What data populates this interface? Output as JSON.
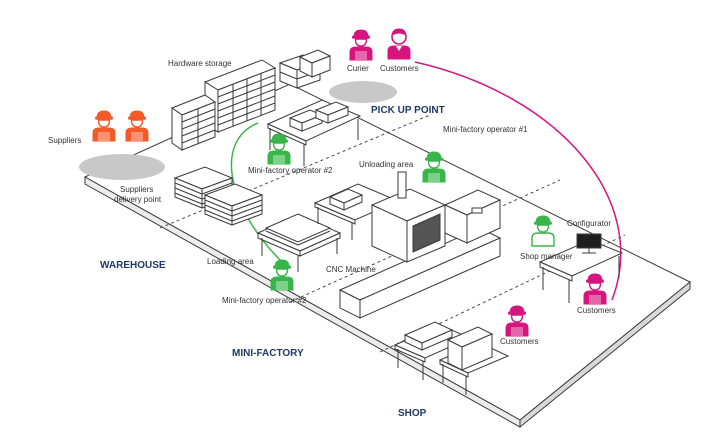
{
  "colors": {
    "supplier": "#f15a29",
    "operator": "#39b54a",
    "customer": "#d6157f",
    "zone_text": "#1f3a64",
    "ellipse": "#c8c8c8"
  },
  "zones": {
    "pickup": "PICK UP POINT",
    "warehouse": "WAREHOUSE",
    "minifactory": "MINI-FACTORY",
    "shop": "SHOP"
  },
  "labels": {
    "hardware_storage": "Hardware storage",
    "suppliers": "Suppliers",
    "suppliers_delivery": [
      "Suppliers",
      "delivery point"
    ],
    "curier": "Curier",
    "customers_top": "Customers",
    "operator1": "Mini-factory operator #1",
    "operator2_top": "Mini-factory operator #2",
    "unloading_area": "Unloading area",
    "loading_area": "Loading area",
    "cnc_machine": "CNC Machine",
    "operator2_bottom": "Mini-factory operator #2",
    "configurator": "Configurator",
    "shop_manager": "Shop manager",
    "customers_right": "Customers",
    "customers_shop": "Customers"
  },
  "icons": {
    "worker": "hard-hat-worker-icon",
    "customer": "customer-person-icon",
    "monitor": "monitor-icon"
  }
}
